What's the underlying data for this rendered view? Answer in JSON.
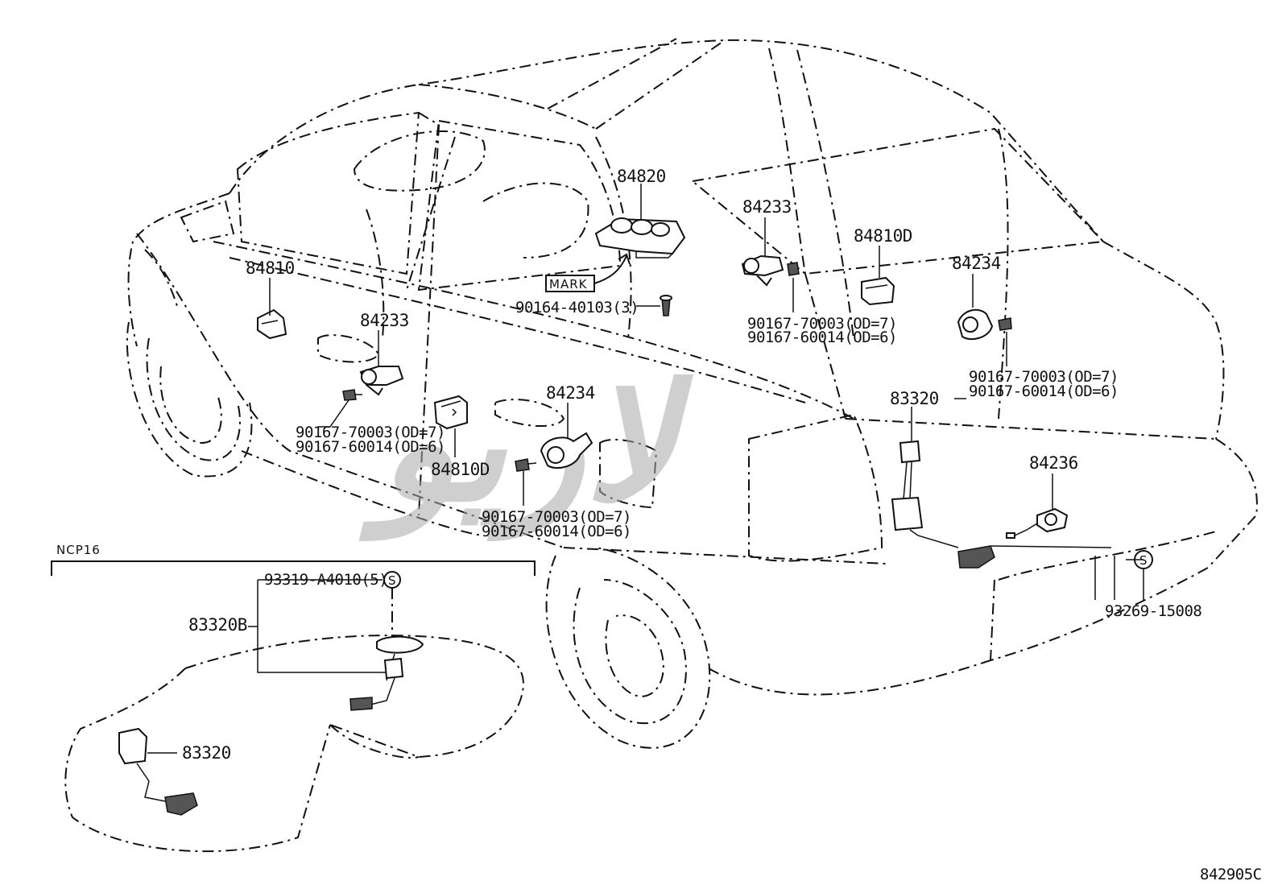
{
  "diagram_id": "842905C",
  "watermark": "لاريو",
  "inset": {
    "title": "NCP16",
    "labels": {
      "screw": "93319-A4010(5)",
      "sub_assy": "83320B",
      "gauge": "83320"
    }
  },
  "labels": {
    "p84820": "84820",
    "mark": "MARK",
    "screw_90164": "90164-40103(3)",
    "p84810": "84810",
    "p84233_left": "84233",
    "screw_left_a": "90167-70003(OD=7)",
    "screw_left_b": "90167-60014(OD=6)",
    "p84810D_left": "84810D",
    "p84234_mid": "84234",
    "screw_mid_a": "90167-70003(OD=7)",
    "screw_mid_b": "90167-60014(OD=6)",
    "p84233_right": "84233",
    "screw_rear_a": "90167-70003(OD=7)",
    "screw_rear_b": "90167-60014(OD=6)",
    "p84810D_right": "84810D",
    "p84234_right": "84234",
    "screw_right_a": "90167-70003(OD=7)",
    "screw_right_b": "90167-60014(OD=6)",
    "p83320": "83320",
    "p84236": "84236",
    "p93269": "93269-15008",
    "s_symbol": "S"
  }
}
